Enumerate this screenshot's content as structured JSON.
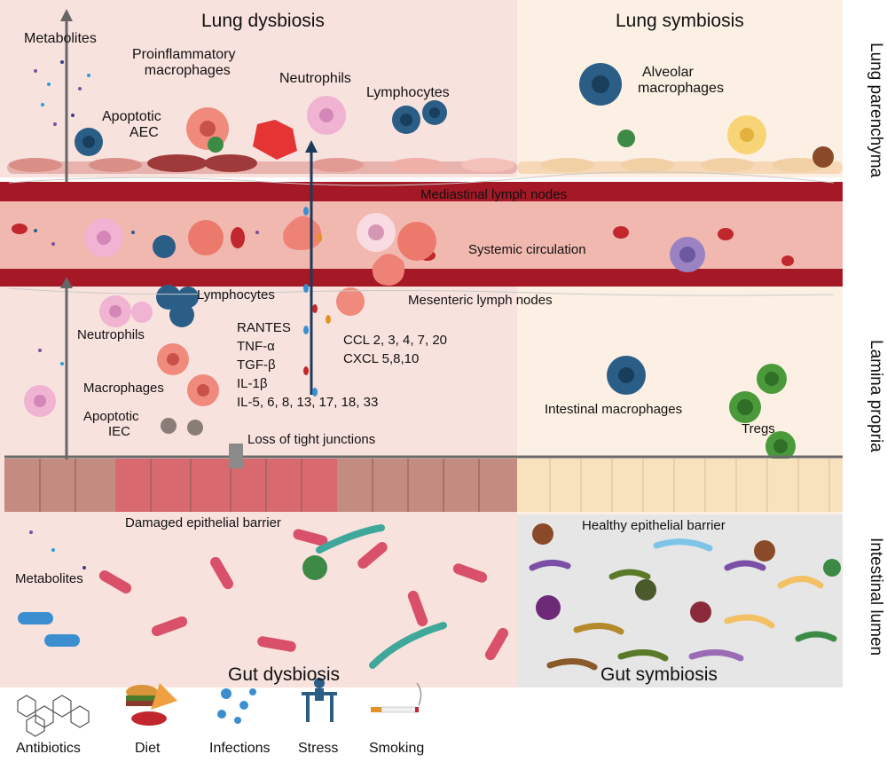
{
  "sections": {
    "lung_dysbiosis": "Lung dysbiosis",
    "lung_symbiosis": "Lung symbiosis",
    "gut_dysbiosis": "Gut dysbiosis",
    "gut_symbiosis": "Gut symbiosis"
  },
  "side_labels": {
    "lung_parenchyma": "Lung parenchyma",
    "lamina_propria": "Lamina propria",
    "intestinal_lumen": "Intestinal lumen"
  },
  "lung_labels": {
    "metabolites": "Metabolites",
    "proinflammatory_macrophages": [
      "Proinflammatory",
      "macrophages"
    ],
    "neutrophils": "Neutrophils",
    "lymphocytes": "Lymphocytes",
    "apoptotic_aec": [
      "Apoptotic",
      "AEC"
    ],
    "alveolar_macrophages": [
      "Alveolar",
      "macrophages"
    ],
    "mediastinal_lymph_nodes": "Mediastinal lymph nodes"
  },
  "circulation": {
    "label": "Systemic circulation"
  },
  "lamina_labels": {
    "lymphocytes": "Lymphocytes",
    "neutrophils": "Neutrophils",
    "mesenteric_lymph_nodes": "Mesenteric lymph nodes",
    "cytokines": [
      "RANTES",
      "TNF-α",
      "TGF-β",
      "IL-1β",
      "IL-5, 6, 8, 13, 17, 18, 33"
    ],
    "chemokines": [
      "CCL 2, 3, 4, 7, 20",
      "CXCL 5,8,10"
    ],
    "macrophages": "Macrophages",
    "apoptotic_iec": [
      "Apoptotic",
      "IEC"
    ],
    "loss_tight_junctions": "Loss of tight junctions",
    "intestinal_macrophages": "Intestinal macrophages",
    "tregs": "Tregs"
  },
  "lumen_labels": {
    "damaged_barrier": "Damaged epithelial barrier",
    "healthy_barrier": "Healthy epithelial barrier",
    "metabolites": "Metabolites"
  },
  "factors": [
    "Antibiotics",
    "Diet",
    "Infections",
    "Stress",
    "Smoking"
  ],
  "colors": {
    "dysbiosis_bg": "#f8e2de",
    "symbiosis_lung_bg": "#fbf0e3",
    "gut_symbiosis_bg": "#e6e6e6",
    "vessel_dark": "#a51826",
    "vessel_light": "#f1b8b0",
    "bacteria_red": "#d9506a",
    "epithelium_dysbiosis": "#c48b80",
    "epithelium_symbiosis": "#f8e2bd",
    "arrow_grey": "#666666",
    "arrow_navy": "#1b3a5c"
  }
}
